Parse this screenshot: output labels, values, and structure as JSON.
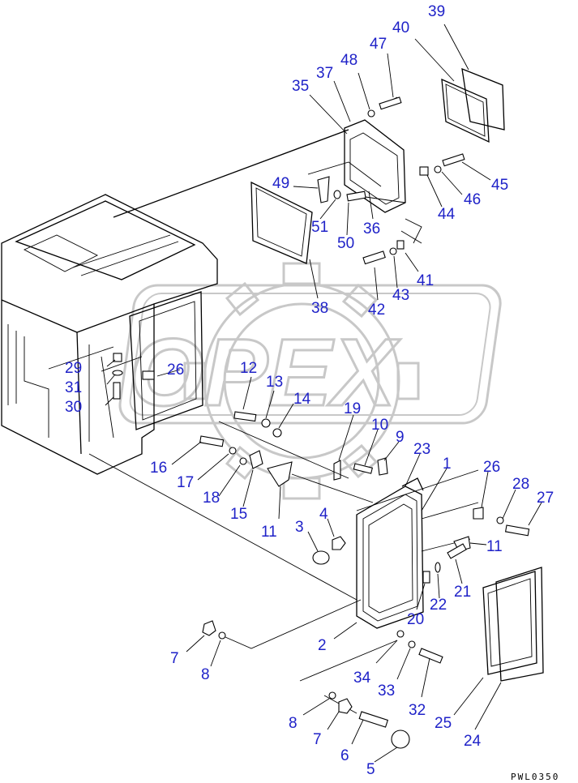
{
  "watermark": "OPEX",
  "drawing_code": "PWL0350",
  "callouts": [
    {
      "id": "c39",
      "text": "39"
    },
    {
      "id": "c40",
      "text": "40"
    },
    {
      "id": "c47",
      "text": "47"
    },
    {
      "id": "c48",
      "text": "48"
    },
    {
      "id": "c37",
      "text": "37"
    },
    {
      "id": "c35",
      "text": "35"
    },
    {
      "id": "c45",
      "text": "45"
    },
    {
      "id": "c46",
      "text": "46"
    },
    {
      "id": "c44",
      "text": "44"
    },
    {
      "id": "c49",
      "text": "49"
    },
    {
      "id": "c51",
      "text": "51"
    },
    {
      "id": "c36",
      "text": "36"
    },
    {
      "id": "c50",
      "text": "50"
    },
    {
      "id": "c41",
      "text": "41"
    },
    {
      "id": "c43",
      "text": "43"
    },
    {
      "id": "c42",
      "text": "42"
    },
    {
      "id": "c38",
      "text": "38"
    },
    {
      "id": "c29",
      "text": "29"
    },
    {
      "id": "c26a",
      "text": "26"
    },
    {
      "id": "c31",
      "text": "31"
    },
    {
      "id": "c30",
      "text": "30"
    },
    {
      "id": "c12",
      "text": "12"
    },
    {
      "id": "c13",
      "text": "13"
    },
    {
      "id": "c14",
      "text": "14"
    },
    {
      "id": "c19",
      "text": "19"
    },
    {
      "id": "c10",
      "text": "10"
    },
    {
      "id": "c9",
      "text": "9"
    },
    {
      "id": "c23",
      "text": "23"
    },
    {
      "id": "c1",
      "text": "1"
    },
    {
      "id": "c16",
      "text": "16"
    },
    {
      "id": "c17",
      "text": "17"
    },
    {
      "id": "c18",
      "text": "18"
    },
    {
      "id": "c15",
      "text": "15"
    },
    {
      "id": "c26b",
      "text": "26"
    },
    {
      "id": "c28",
      "text": "28"
    },
    {
      "id": "c27",
      "text": "27"
    },
    {
      "id": "c11a",
      "text": "11"
    },
    {
      "id": "c3",
      "text": "3"
    },
    {
      "id": "c4",
      "text": "4"
    },
    {
      "id": "c11b",
      "text": "11"
    },
    {
      "id": "c21",
      "text": "21"
    },
    {
      "id": "c22",
      "text": "22"
    },
    {
      "id": "c20",
      "text": "20"
    },
    {
      "id": "c7a",
      "text": "7"
    },
    {
      "id": "c8a",
      "text": "8"
    },
    {
      "id": "c2",
      "text": "2"
    },
    {
      "id": "c34",
      "text": "34"
    },
    {
      "id": "c33",
      "text": "33"
    },
    {
      "id": "c32",
      "text": "32"
    },
    {
      "id": "c25",
      "text": "25"
    },
    {
      "id": "c24",
      "text": "24"
    },
    {
      "id": "c8b",
      "text": "8"
    },
    {
      "id": "c7b",
      "text": "7"
    },
    {
      "id": "c6",
      "text": "6"
    },
    {
      "id": "c5",
      "text": "5"
    }
  ]
}
